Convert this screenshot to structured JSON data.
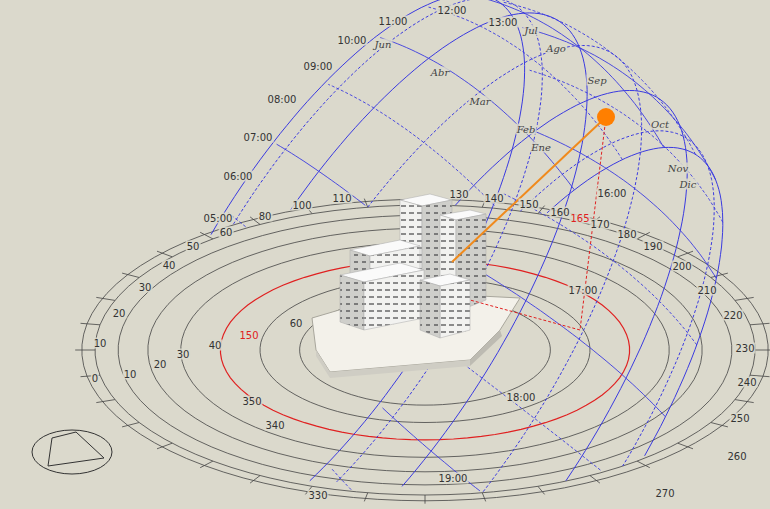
{
  "diagram": {
    "labels": [
      "05:00",
      "06:00",
      "07:00",
      "08:00",
      "09:00",
      "10:00",
      "11:00",
      "12:00",
      "13:00",
      "16:00",
      "17:00",
      "18:00",
      "19:00",
      "Jun",
      "Abr",
      "Mar",
      "Feb",
      "Ene",
      "Jul",
      "Ago",
      "Sep",
      "Oct",
      "Nov",
      "Dic",
      "0",
      "10",
      "20",
      "30",
      "40",
      "50",
      "60",
      "80",
      "100",
      "110",
      "130",
      "140",
      "150",
      "160",
      "165",
      "170",
      "180",
      "190",
      "200",
      "210",
      "220",
      "230",
      "240",
      "250",
      "260",
      "270",
      "330",
      "340",
      "350",
      "10",
      "20",
      "30",
      "40",
      "60",
      "150"
    ]
  }
}
